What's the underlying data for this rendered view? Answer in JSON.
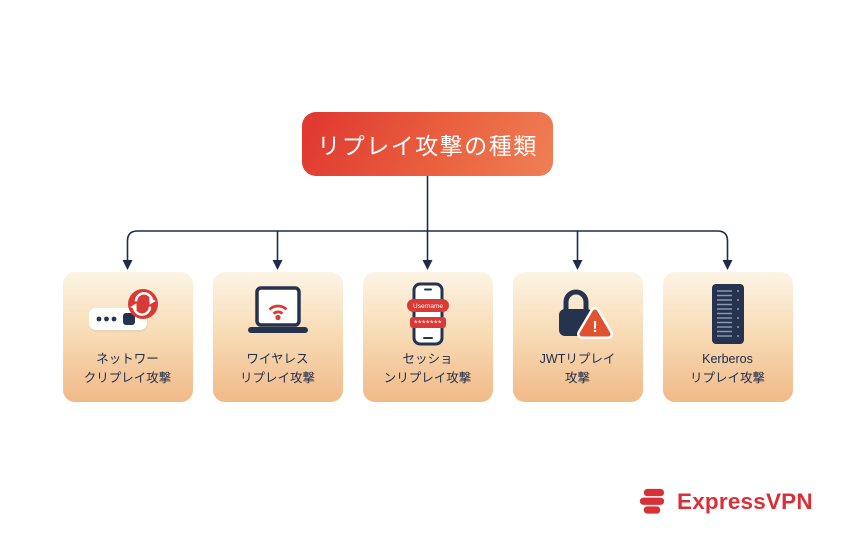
{
  "title": "リプレイ攻撃の種類",
  "cards": [
    {
      "line1": "ネットワー",
      "line2": "クリプレイ攻撃",
      "icon": "password-refresh-icon"
    },
    {
      "line1": "ワイヤレス",
      "line2": "リプレイ攻撃",
      "icon": "laptop-wifi-icon"
    },
    {
      "line1": "セッショ",
      "line2": "ンリプレイ攻撃",
      "icon": "phone-credentials-icon"
    },
    {
      "line1": "JWTリプレイ",
      "line2": "攻撃",
      "icon": "lock-warning-icon"
    },
    {
      "line1": "Kerberos",
      "line2": "リプレイ攻撃",
      "icon": "server-icon"
    }
  ],
  "session_icon": {
    "username_label": "Username",
    "password_mask": "*******"
  },
  "logo": {
    "brand": "ExpressVPN"
  },
  "colors": {
    "accent_red": "#d93a35",
    "dark_navy": "#1f2b49",
    "title_gradient_start": "#e03a31",
    "title_gradient_end": "#ef8055",
    "card_gradient_top": "#fdf4e5",
    "card_gradient_bottom": "#f1b988",
    "logo_red": "#d93038",
    "background": "#ffffff"
  }
}
